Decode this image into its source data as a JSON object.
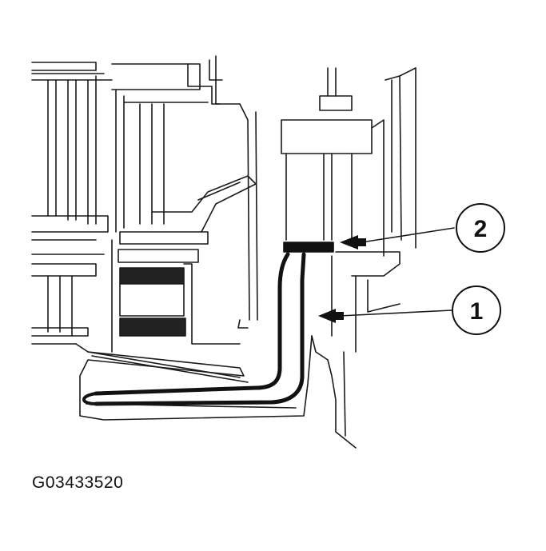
{
  "figure": {
    "id": "G03433520",
    "callouts": [
      {
        "number": "2"
      },
      {
        "number": "1"
      }
    ]
  },
  "colors": {
    "line": "#1a1a1a",
    "background": "#ffffff"
  }
}
